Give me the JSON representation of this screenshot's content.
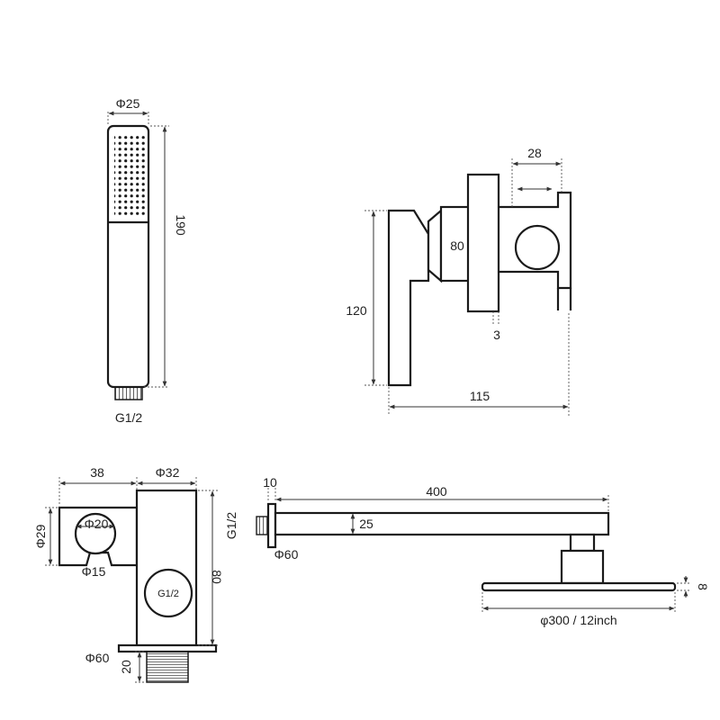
{
  "handheld_shower": {
    "diameter": "Φ25",
    "length": "190",
    "thread": "G1/2"
  },
  "mixer": {
    "width_28": "28",
    "height_80": "80",
    "height_120": "120",
    "plate_3": "3",
    "depth_115": "115"
  },
  "holder": {
    "width_38": "38",
    "diameter_32": "Φ32",
    "diameter_29": "Φ29",
    "diameter_20": "Φ20",
    "diameter_15": "Φ15",
    "height_80": "80",
    "thread": "G1/2",
    "flange": "Φ60",
    "thread_len": "20"
  },
  "shower_arm": {
    "offset_10": "10",
    "length": "400",
    "tube_25": "25",
    "thread": "G1/2",
    "flange": "Φ60",
    "head_thickness": "8",
    "head_diameter": "φ300 / 12inch"
  }
}
